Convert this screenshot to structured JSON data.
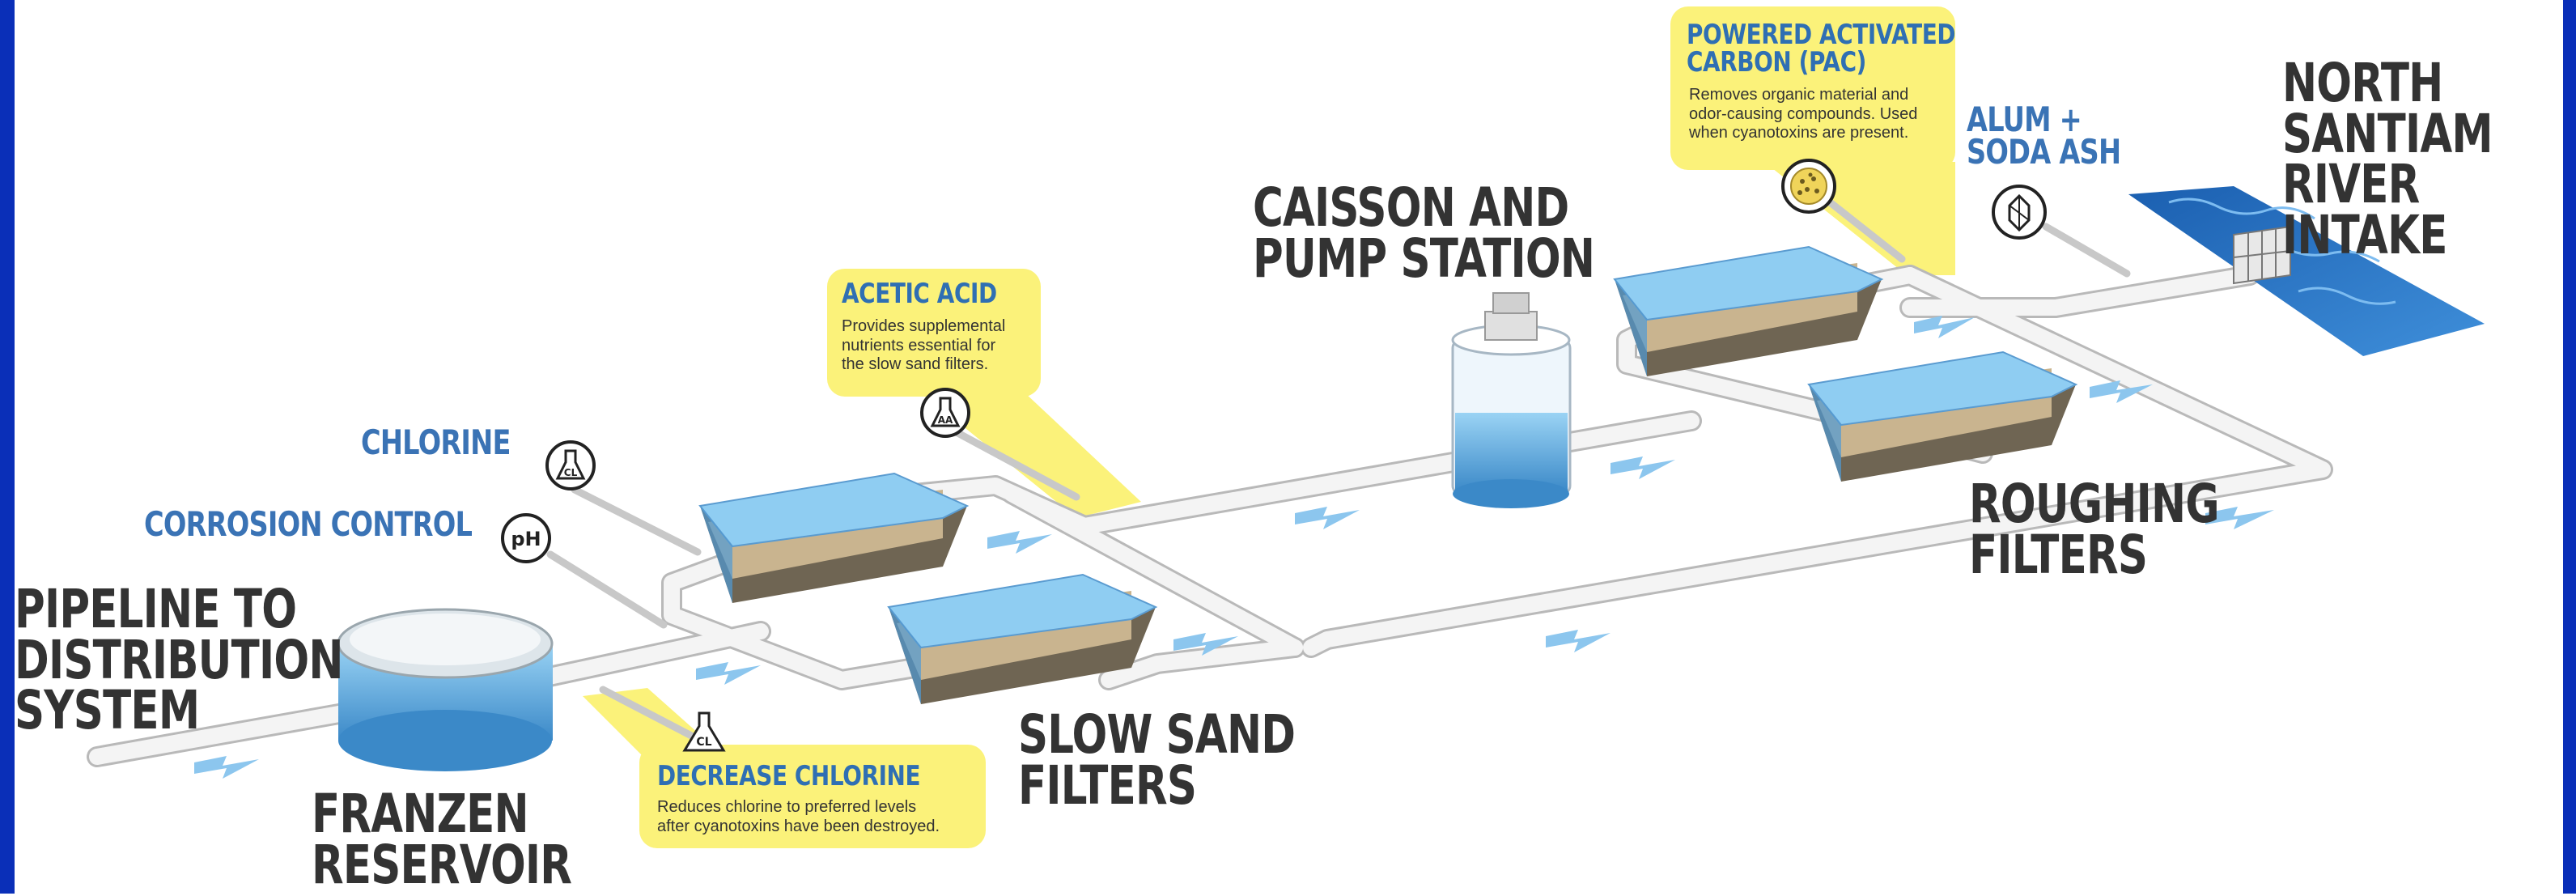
{
  "labels": {
    "pipeline": "PIPELINE TO\nDISTRIBUTION\nSYSTEM",
    "franzen": "FRANZEN\nRESERVOIR",
    "slow_sand": "SLOW SAND\nFILTERS",
    "caisson": "CAISSON AND\nPUMP STATION",
    "roughing": "ROUGHING\nFILTERS",
    "intake": "NORTH\nSANTIAM\nRIVER INTAKE"
  },
  "chemicals": {
    "chlorine": "CHLORINE",
    "corrosion": "CORROSION CONTROL",
    "alum": "ALUM +\nSODA ASH"
  },
  "icon_text": {
    "chlorine": "CL",
    "ph": "pH",
    "acetic": "AA",
    "decrease": "CL"
  },
  "callouts": {
    "acetic_acid": {
      "title": "ACETIC ACID",
      "desc": "Provides supplemental\nnutrients essential for\nthe slow sand filters."
    },
    "pac": {
      "title": "POWERED ACTIVATED\nCARBON (PAC)",
      "desc": "Removes organic material and\nodor-causing compounds. Used\nwhen cyanotoxins are present."
    },
    "decrease_chlorine": {
      "title": "DECREASE CHLORINE",
      "desc": "Reduces chlorine to preferred levels\nafter cyanotoxins have been destroyed."
    }
  },
  "icons": [
    "flask-icon",
    "ph-icon",
    "carbon-dot-icon",
    "crystal-icon",
    "arrow-icon",
    "intake-screen-icon"
  ],
  "colors": {
    "water": "#5fb0e6",
    "water_dark": "#3b89c8",
    "sand": "#c9b48f",
    "gravel": "#6f6553",
    "pipe": "#f4f4f4",
    "pipe_stroke": "#b9b9b9",
    "flow_arrow": "#8cc6ee",
    "callout": "#fbf27a",
    "label_dark": "#333333",
    "label_blue": "#3a73b5",
    "frame": "#0a2fb8"
  }
}
